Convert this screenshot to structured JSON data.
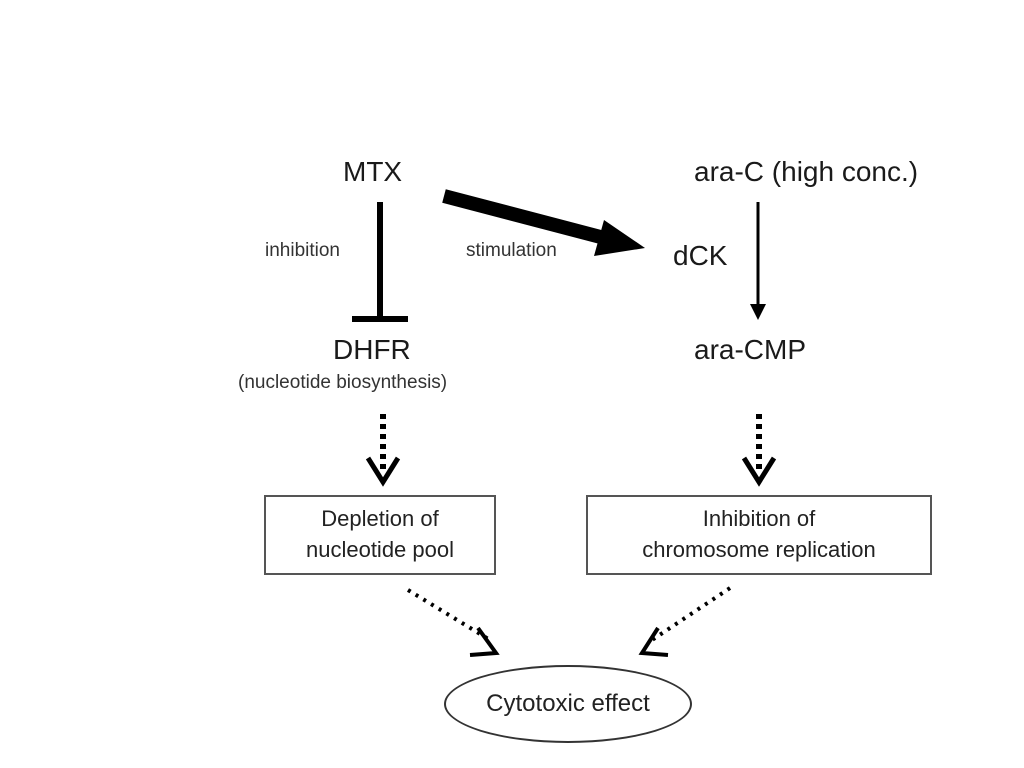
{
  "diagram": {
    "nodes": {
      "mtx": "MTX",
      "arac": "ara-C (high conc.)",
      "dck": "dCK",
      "dhfr": "DHFR",
      "dhfr_sub": "(nucleotide biosynthesis)",
      "aracmp": "ara-CMP",
      "depletion_line1": "Depletion of",
      "depletion_line2": "nucleotide pool",
      "inhibition_line1": "Inhibition of",
      "inhibition_line2": "chromosome replication",
      "cytotoxic": "Cytotoxic effect"
    },
    "edge_labels": {
      "inhibition": "inhibition",
      "stimulation": "stimulation"
    },
    "edges": [
      {
        "from": "MTX",
        "to": "DHFR",
        "type": "inhibition"
      },
      {
        "from": "MTX",
        "to": "dCK",
        "type": "stimulation"
      },
      {
        "from": "ara-C (high conc.)",
        "to": "ara-CMP",
        "type": "conversion"
      },
      {
        "from": "DHFR",
        "to": "Depletion of nucleotide pool",
        "type": "dotted"
      },
      {
        "from": "ara-CMP",
        "to": "Inhibition of chromosome replication",
        "type": "dotted"
      },
      {
        "from": "Depletion of nucleotide pool",
        "to": "Cytotoxic effect",
        "type": "dotted"
      },
      {
        "from": "Inhibition of chromosome replication",
        "to": "Cytotoxic effect",
        "type": "dotted"
      }
    ]
  }
}
